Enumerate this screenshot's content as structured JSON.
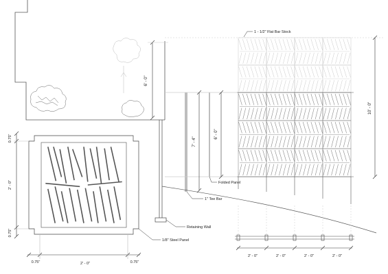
{
  "diagram": {
    "callouts": {
      "flat_bar_stock": "1 - 1/2\" Flat Bar Stock",
      "folded_panel": "Folded Panel",
      "tee_bar": "1\" Tee Bar",
      "retaining_wall": "Retaining Wall",
      "steel_panel": "1/8\" Steel Panel"
    },
    "dimensions": {
      "wall_height": "6' - 0\"",
      "fence_height_total": "10' - 0\"",
      "post_height": "7' - 4\"",
      "panel_height": "6' - 0\"",
      "panel_width": "2' - 0\"",
      "panel_height_detail": "2' - 0\"",
      "margin_top": "0.75\"",
      "margin_bottom": "0.75\"",
      "margin_left": "0.75\"",
      "margin_right": "0.75\"",
      "bay_widths": [
        "2' - 0\"",
        "2' - 0\"",
        "2' - 0\"",
        "2' - 0\""
      ]
    },
    "colors": {
      "line": "#333333",
      "faint": "#c8c8c8",
      "pattern": "#8a8a8a"
    }
  }
}
